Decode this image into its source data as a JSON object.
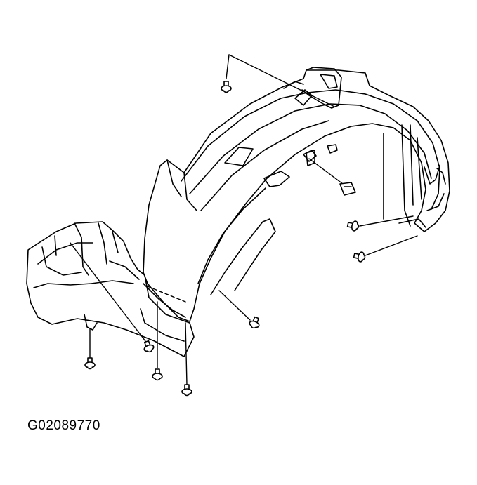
{
  "figure": {
    "code": "G02089770",
    "stroke_color": "#000000",
    "background": "#ffffff",
    "parts": [
      "fender-liner",
      "front-extension-panel",
      "lower-air-deflector",
      "retainer-clip",
      "push-pin-fasteners"
    ]
  }
}
